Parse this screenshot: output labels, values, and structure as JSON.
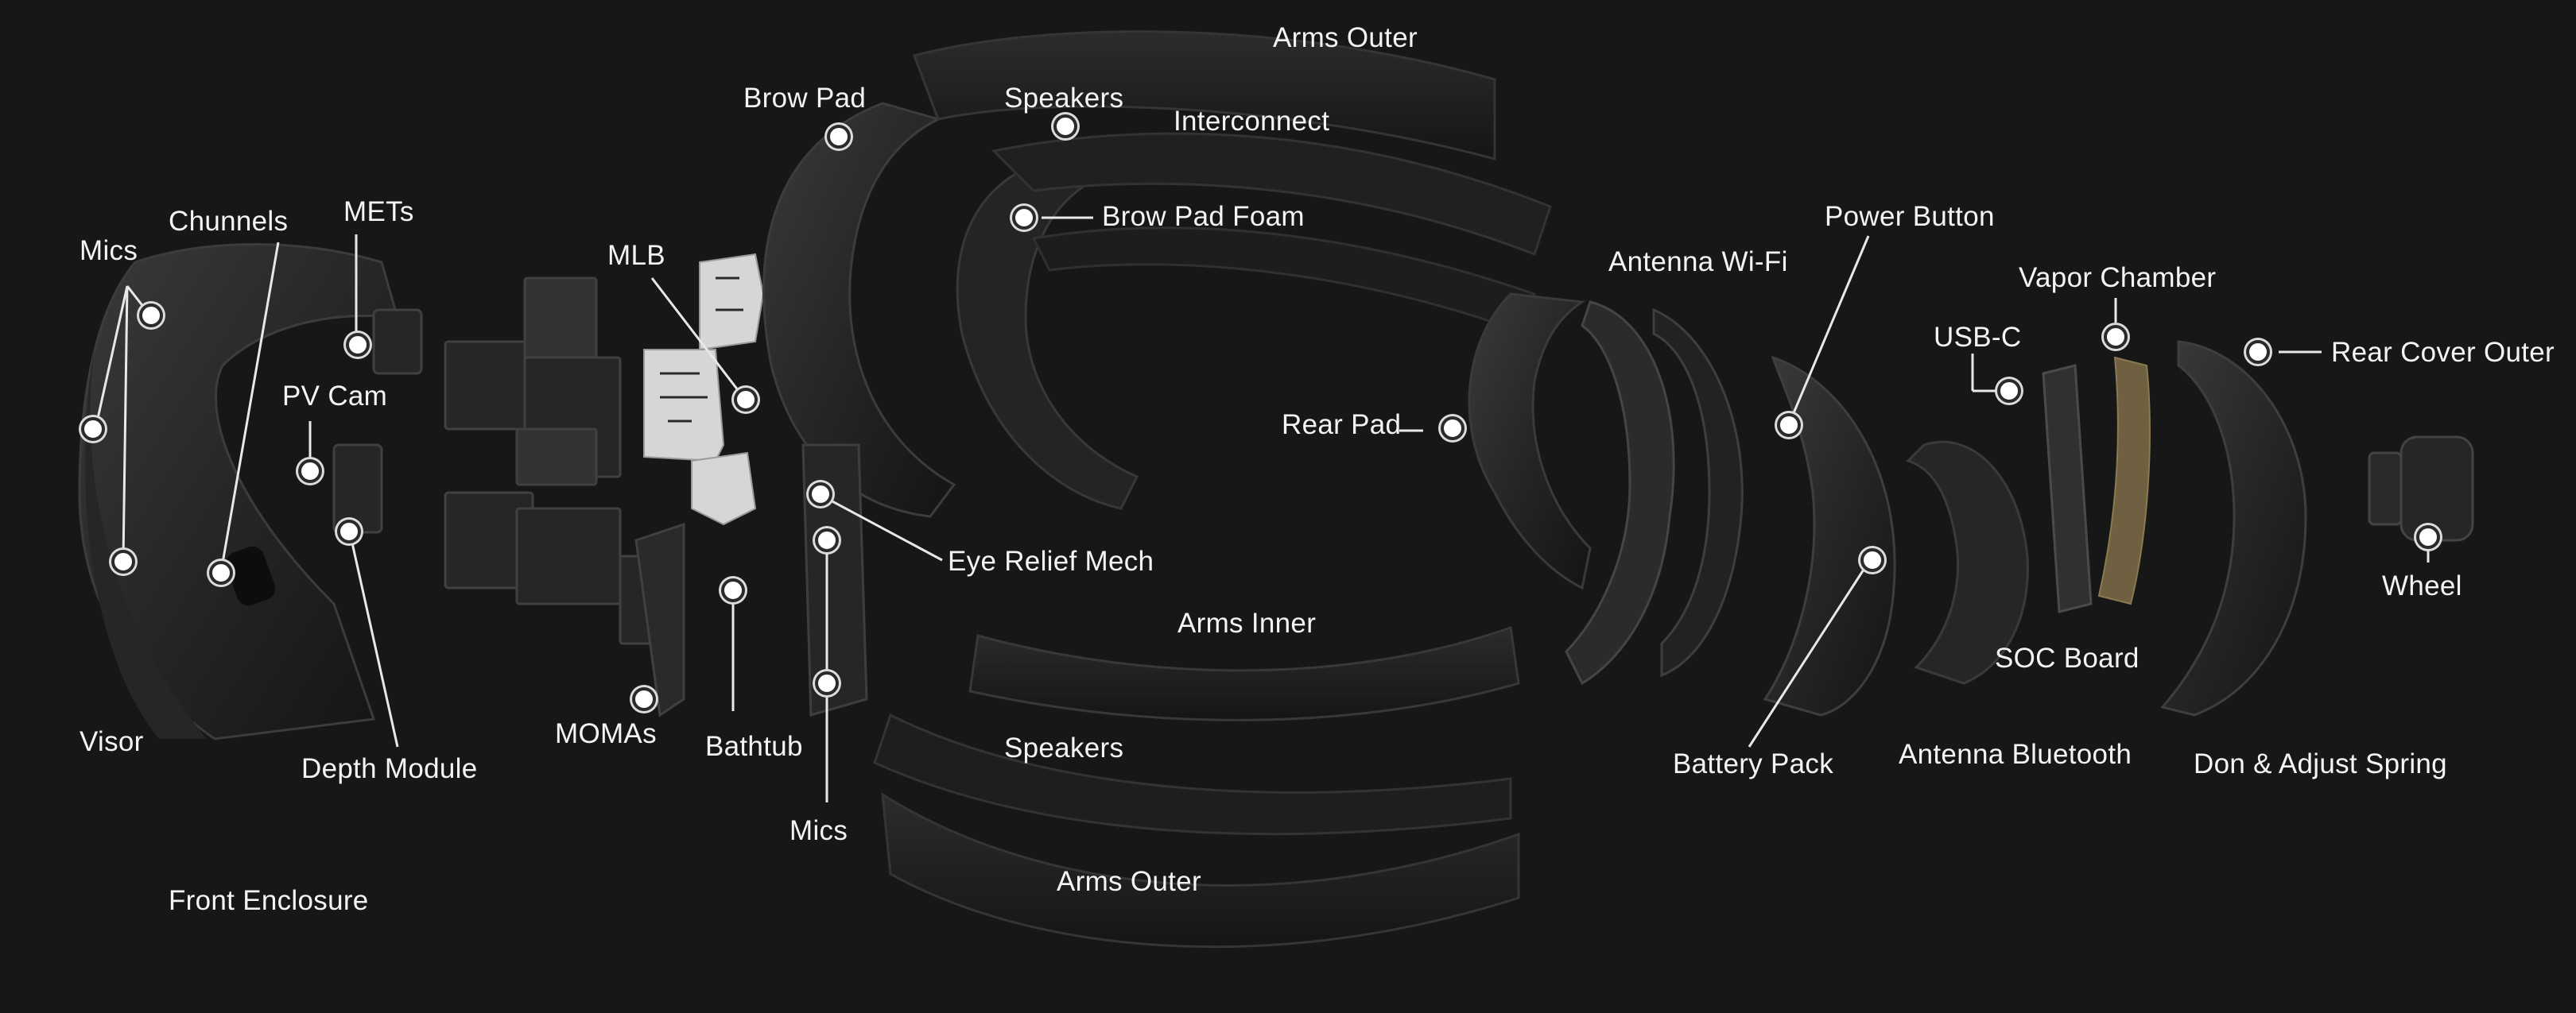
{
  "labels": {
    "arms_outer_top": "Arms Outer",
    "brow_pad": "Brow Pad",
    "speakers_top": "Speakers",
    "interconnect": "Interconnect",
    "brow_pad_foam": "Brow Pad Foam",
    "mics_left": "Mics",
    "chunnels": "Chunnels",
    "mets": "METs",
    "mlb": "MLB",
    "pv_cam": "PV Cam",
    "rear_pad": "Rear Pad",
    "antenna_wifi": "Antenna Wi-Fi",
    "power_button": "Power Button",
    "vapor_chamber": "Vapor Chamber",
    "usb_c": "USB-C",
    "rear_cover_outer": "Rear Cover Outer",
    "eye_relief_mech": "Eye Relief Mech",
    "arms_inner": "Arms Inner",
    "wheel": "Wheel",
    "soc_board": "SOC Board",
    "visor": "Visor",
    "depth_module": "Depth Module",
    "momas": "MOMAs",
    "bathtub": "Bathtub",
    "speakers_bottom": "Speakers",
    "battery_pack": "Battery Pack",
    "antenna_bluetooth": "Antenna Bluetooth",
    "don_adjust_spring": "Don & Adjust Spring",
    "mics_bottom": "Mics",
    "front_enclosure": "Front Enclosure",
    "arms_outer_bottom": "Arms Outer"
  },
  "colors": {
    "background": "#171717",
    "label": "#f4f4f4",
    "part_dark": "#1f1f1f",
    "part_edge": "#3a3a3a",
    "pcb": "#d8d8d8"
  }
}
